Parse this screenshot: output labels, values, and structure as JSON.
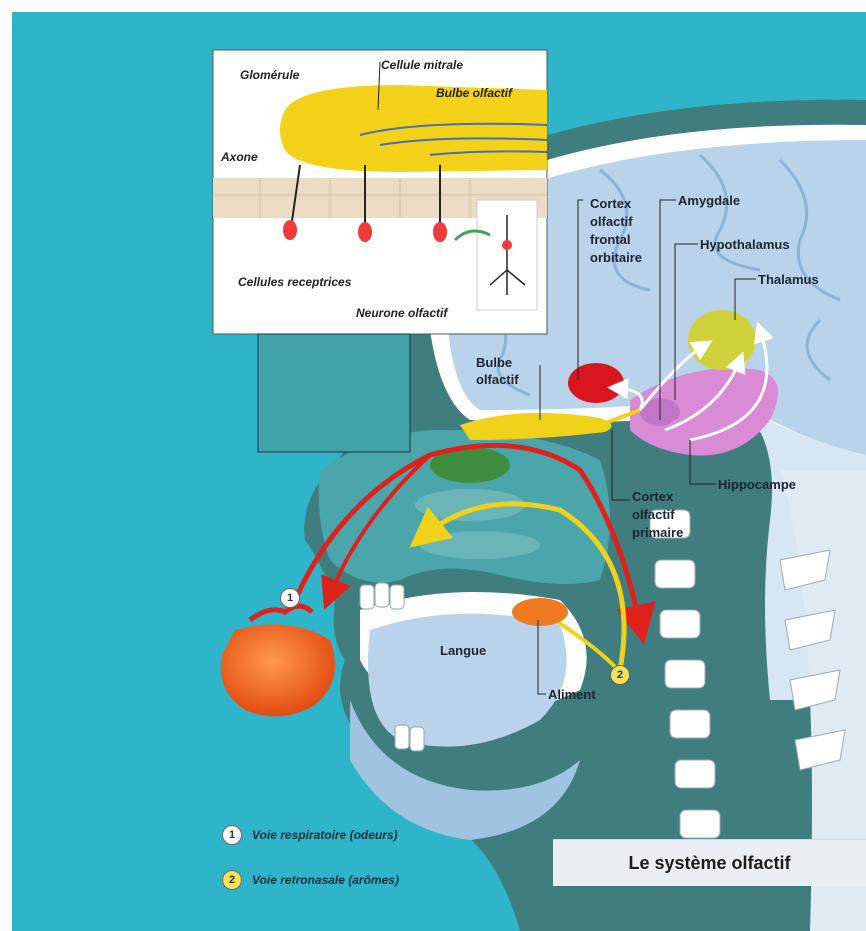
{
  "title": "Le système olfactif",
  "inset": {
    "labels": {
      "glomerule": "Glomérule",
      "cellule_mitrale": "Cellule mitrale",
      "bulbe_olfactif": "Bulbe olfactif",
      "axone": "Axone",
      "cellules_receptrices": "Cellules receptrices",
      "neurone_olfactif": "Neurone olfactif"
    }
  },
  "labels": {
    "cortex_frontal": [
      "Cortex",
      "olfactif",
      "frontal",
      "orbitaire"
    ],
    "amygdale": "Amygdale",
    "hypothalamus": "Hypothalamus",
    "thalamus": "Thalamus",
    "bulbe": [
      "Bulbe",
      "olfactif"
    ],
    "hippocampe": "Hippocampe",
    "cortex_primaire": [
      "Cortex",
      "olfactif",
      "primaire"
    ],
    "langue": "Langue",
    "aliment": "Aliment"
  },
  "markers": {
    "one": "1",
    "two": "2"
  },
  "legend": [
    {
      "num": "1",
      "text": "Voie respiratoire (odeurs)",
      "color": "#ffffff"
    },
    {
      "num": "2",
      "text": "Voie retronasale (arômes)",
      "color": "#f4e35a"
    }
  ],
  "colors": {
    "background": "#2fb5c9",
    "brain": "#b9d3ea",
    "pathway_red": "#e0201b",
    "pathway_yellow": "#f0d21a",
    "limbic": "#d98bd6",
    "thalamus": "#cfd23a",
    "cortex_red": "#d9161d"
  }
}
